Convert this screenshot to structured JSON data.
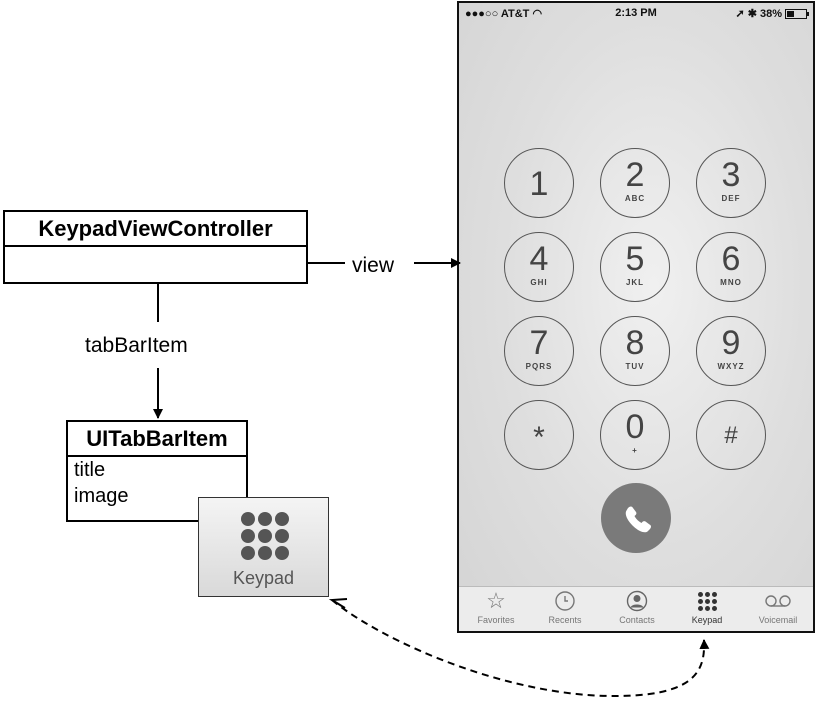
{
  "diagram": {
    "controller": {
      "name": "KeypadViewController"
    },
    "view_label": "view",
    "tabbaritem_label": "tabBarItem",
    "tabbaritem_class": {
      "name": "UITabBarItem",
      "properties": [
        "title",
        "image"
      ]
    },
    "preview_label": "Keypad"
  },
  "phone": {
    "status": {
      "carrier": "AT&T",
      "time": "2:13 PM",
      "battery": "38%"
    },
    "keys": [
      {
        "digit": "1",
        "letters": ""
      },
      {
        "digit": "2",
        "letters": "ABC"
      },
      {
        "digit": "3",
        "letters": "DEF"
      },
      {
        "digit": "4",
        "letters": "GHI"
      },
      {
        "digit": "5",
        "letters": "JKL"
      },
      {
        "digit": "6",
        "letters": "MNO"
      },
      {
        "digit": "7",
        "letters": "PQRS"
      },
      {
        "digit": "8",
        "letters": "TUV"
      },
      {
        "digit": "9",
        "letters": "WXYZ"
      },
      {
        "digit": "*",
        "letters": ""
      },
      {
        "digit": "0",
        "letters": "+"
      },
      {
        "digit": "#",
        "letters": ""
      }
    ],
    "tabs": [
      {
        "label": "Favorites",
        "icon": "star-icon"
      },
      {
        "label": "Recents",
        "icon": "clock-icon"
      },
      {
        "label": "Contacts",
        "icon": "person-icon"
      },
      {
        "label": "Keypad",
        "icon": "keypad-icon"
      },
      {
        "label": "Voicemail",
        "icon": "voicemail-icon"
      }
    ]
  }
}
